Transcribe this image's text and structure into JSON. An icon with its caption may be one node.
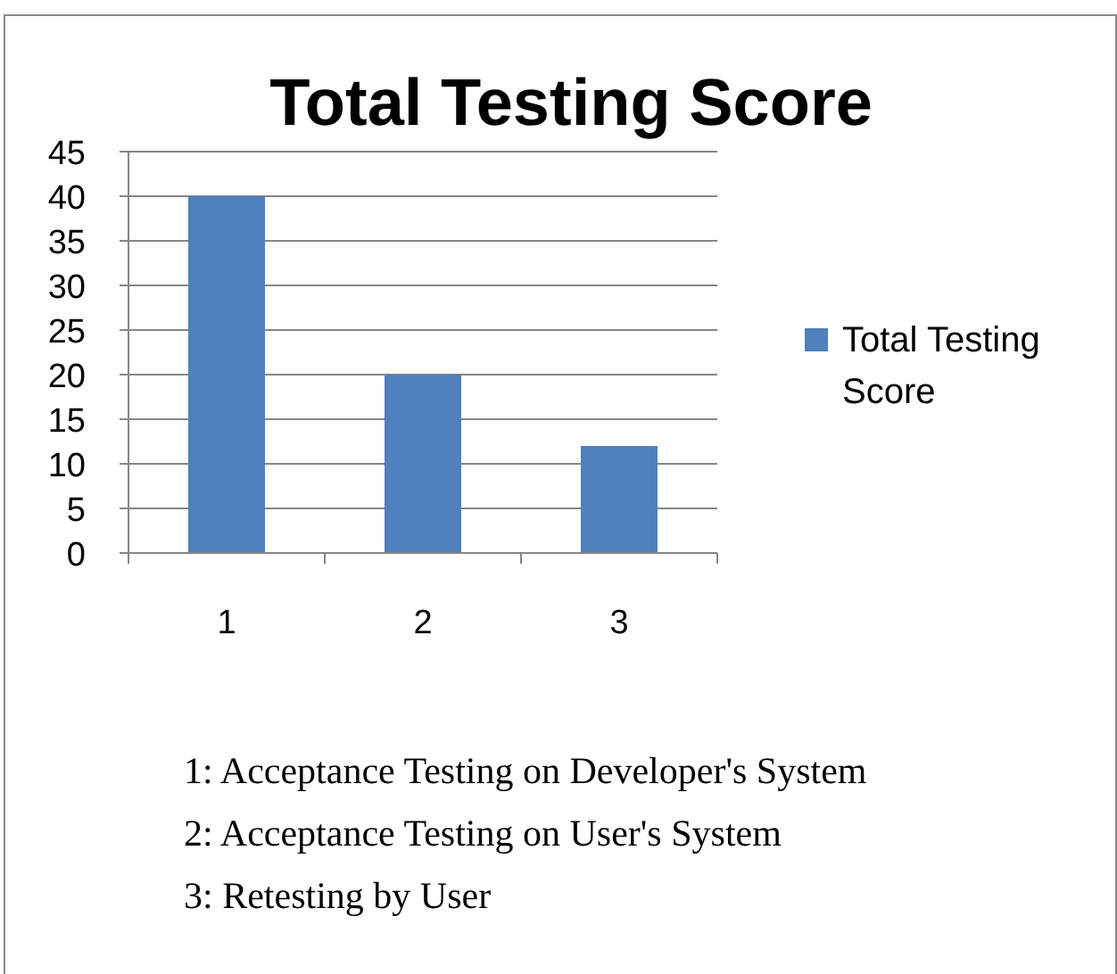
{
  "diagram": {
    "labels": [
      "1: Acceptance Testing on Developer's System",
      "2: Acceptance Testing on User's System",
      "3: Retesting by User"
    ],
    "chart_data": {
      "type": "bar",
      "title": "Total Testing Score",
      "categories": [
        "1",
        "2",
        "3"
      ],
      "series": [
        {
          "name": "Total Testing Score",
          "color": "#4f81bd",
          "values": [
            40,
            20,
            12
          ]
        }
      ],
      "ylim": [
        0,
        45
      ],
      "grid": true,
      "yticks": [
        0,
        5,
        10,
        15,
        20,
        25,
        30,
        35,
        40,
        45
      ]
    }
  }
}
